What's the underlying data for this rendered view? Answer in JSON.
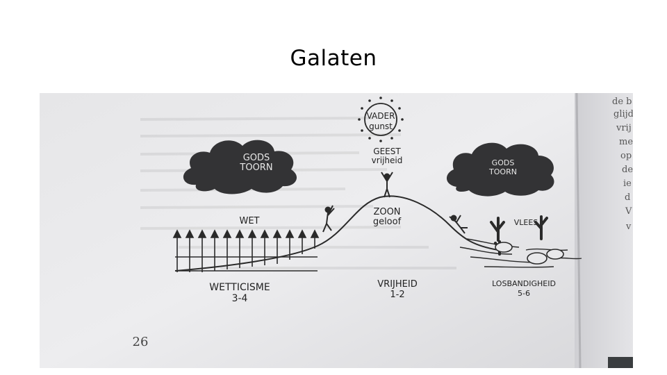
{
  "slide": {
    "title": "Galaten"
  },
  "figure": {
    "sun_label_line1": "VADER",
    "sun_label_line2": "gunst",
    "geest_line1": "GEEST",
    "geest_line2": "vrijheid",
    "cloud_left_line1": "GODS",
    "cloud_left_line2": "TOORN",
    "cloud_right_line1": "GODS",
    "cloud_right_line2": "TOORN",
    "zoon_line1": "ZOON",
    "zoon_line2": "geloof",
    "wet_label": "WET",
    "vlees_label": "VLEES",
    "wetticisme_line1": "WETTICISME",
    "wetticisme_line2": "3-4",
    "vrijheid_line1": "VRIJHEID",
    "vrijheid_line2": "1-2",
    "losbandigheid_line1": "LOSBANDIGHEID",
    "losbandigheid_line2": "5-6",
    "page_number": "26",
    "right_page_fragments": [
      "de b",
      "glijd",
      "vrij",
      "me",
      "op",
      "de",
      "ie",
      "d",
      "V",
      "v"
    ]
  }
}
